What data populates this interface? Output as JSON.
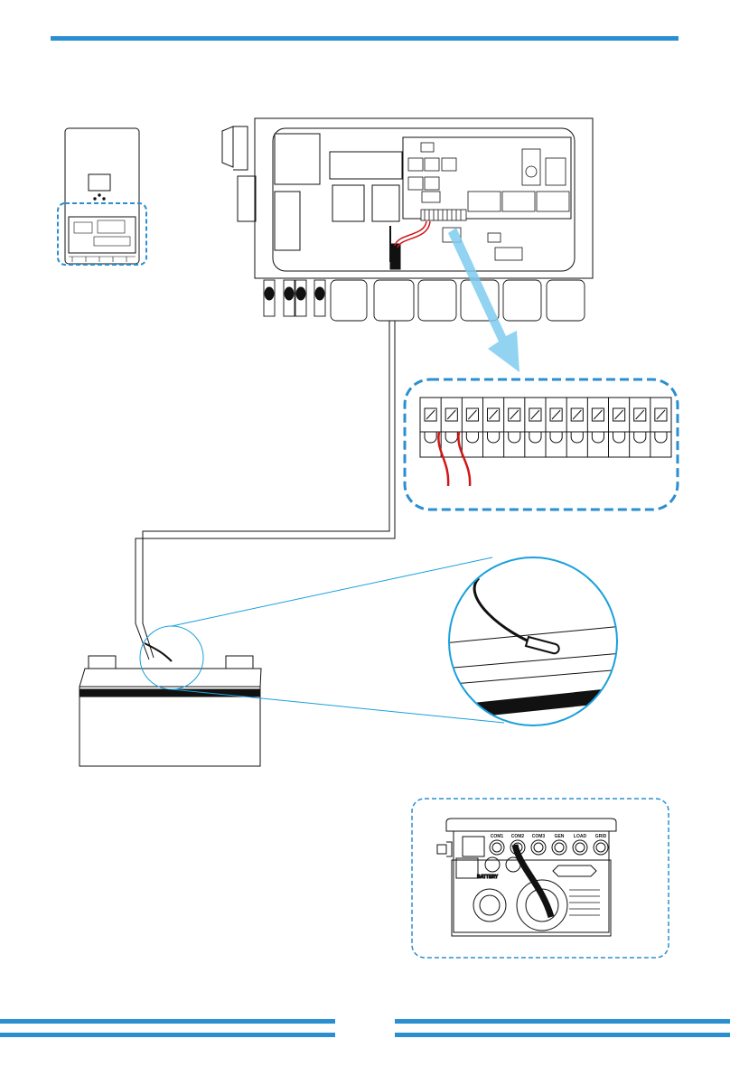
{
  "colors": {
    "accent": "#2a8fd0",
    "callout_line": "#1aa0dc",
    "wire": "#d01818",
    "dashed_frame": "#2a8fd0"
  },
  "bottom_inverter": {
    "ports": [
      "COM1",
      "COM2",
      "COM3",
      "GEN",
      "LOAD",
      "GRID"
    ],
    "battery_label": "BATTERY"
  },
  "terminal_block": {
    "terminal_count": 12,
    "wired_terminals": 2
  }
}
